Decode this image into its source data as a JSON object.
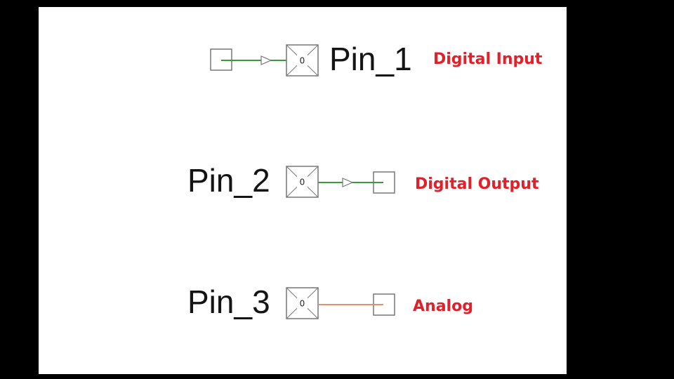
{
  "pins": [
    {
      "name": "Pin_1",
      "mode_label": "Digital Input",
      "value": "0",
      "wire_color": "#3a9a3a"
    },
    {
      "name": "Pin_2",
      "mode_label": "Digital Output",
      "value": "0",
      "wire_color": "#3a9a3a"
    },
    {
      "name": "Pin_3",
      "mode_label": "Analog",
      "value": "0",
      "wire_color": "#e0906a"
    }
  ],
  "colors": {
    "background": "#000000",
    "canvas": "#ffffff",
    "label_accent": "#e3202a",
    "outline": "#777777"
  },
  "icons": {
    "pin_symbol": "crossed-box-icon",
    "terminal": "terminal-box-icon",
    "direction": "triangle-arrow-icon"
  }
}
